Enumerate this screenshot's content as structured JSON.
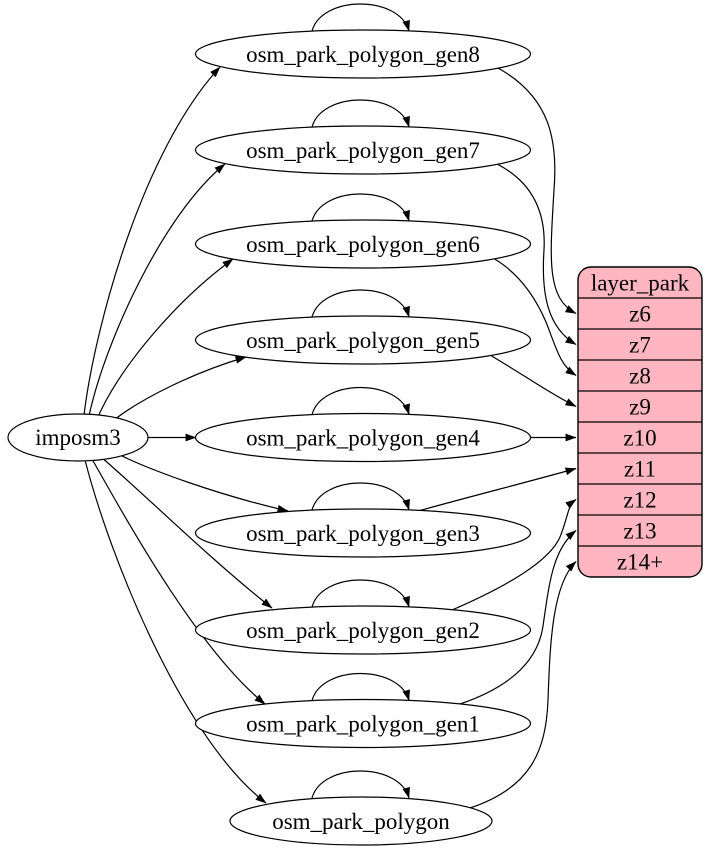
{
  "diagram": {
    "source_node": {
      "label": "imposm3"
    },
    "tables": [
      "osm_park_polygon_gen8",
      "osm_park_polygon_gen7",
      "osm_park_polygon_gen6",
      "osm_park_polygon_gen5",
      "osm_park_polygon_gen4",
      "osm_park_polygon_gen3",
      "osm_park_polygon_gen2",
      "osm_park_polygon_gen1",
      "osm_park_polygon"
    ],
    "layer_node": {
      "title": "layer_park",
      "zoom_levels": [
        "z6",
        "z7",
        "z8",
        "z9",
        "z10",
        "z11",
        "z12",
        "z13",
        "z14+"
      ]
    },
    "edges": {
      "imposm3_to_tables": [
        "osm_park_polygon_gen8",
        "osm_park_polygon_gen7",
        "osm_park_polygon_gen6",
        "osm_park_polygon_gen5",
        "osm_park_polygon_gen4",
        "osm_park_polygon_gen3",
        "osm_park_polygon_gen2",
        "osm_park_polygon_gen1",
        "osm_park_polygon"
      ],
      "self_loops": [
        "osm_park_polygon_gen8",
        "osm_park_polygon_gen7",
        "osm_park_polygon_gen6",
        "osm_park_polygon_gen5",
        "osm_park_polygon_gen4",
        "osm_park_polygon_gen3",
        "osm_park_polygon_gen2",
        "osm_park_polygon_gen1",
        "osm_park_polygon"
      ],
      "table_to_zoom_level": {
        "osm_park_polygon_gen8": "z6",
        "osm_park_polygon_gen7": "z7",
        "osm_park_polygon_gen6": "z8",
        "osm_park_polygon_gen5": "z9",
        "osm_park_polygon_gen4": "z10",
        "osm_park_polygon_gen3": "z11",
        "osm_park_polygon_gen2": "z12",
        "osm_park_polygon_gen1": "z13",
        "osm_park_polygon": "z14+"
      }
    },
    "colors": {
      "layer_node_fill": "#ffb6c1",
      "table_node_fill": "#ffffff",
      "stroke": "#000000",
      "background": "#ffffff"
    }
  }
}
